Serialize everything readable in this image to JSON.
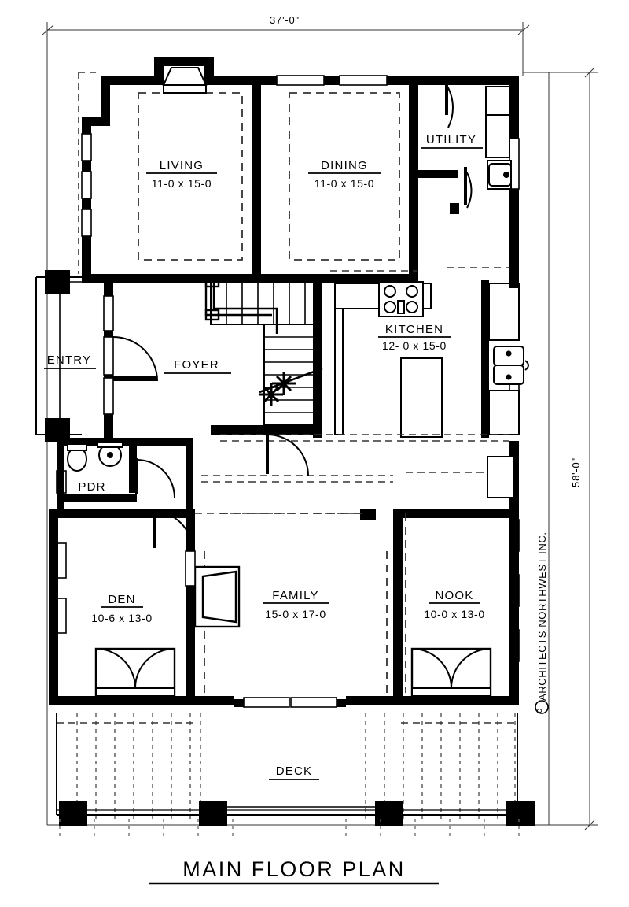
{
  "document": {
    "title": "MAIN FLOOR PLAN",
    "credit": "ARCHITECTS NORTHWEST INC.",
    "copyright_symbol": "c"
  },
  "dimensions": {
    "overall_width": "37'-0\"",
    "overall_depth": "58'-0\""
  },
  "rooms": [
    {
      "id": "living",
      "name": "LIVING",
      "size": "11-0 x 15-0"
    },
    {
      "id": "dining",
      "name": "DINING",
      "size": "11-0 x 15-0"
    },
    {
      "id": "utility",
      "name": "UTILITY",
      "size": ""
    },
    {
      "id": "entry",
      "name": "ENTRY",
      "size": ""
    },
    {
      "id": "foyer",
      "name": "FOYER",
      "size": ""
    },
    {
      "id": "kitchen",
      "name": "KITCHEN",
      "size": "12- 0 x 15-0"
    },
    {
      "id": "pdr",
      "name": "PDR",
      "size": ""
    },
    {
      "id": "den",
      "name": "DEN",
      "size": "10-6 x 13-0"
    },
    {
      "id": "family",
      "name": "FAMILY",
      "size": "15-0 x 17-0"
    },
    {
      "id": "nook",
      "name": "NOOK",
      "size": "10-0 x 13-0"
    },
    {
      "id": "deck",
      "name": "DECK",
      "size": ""
    }
  ],
  "colors": {
    "ink": "#000000",
    "paper": "#ffffff",
    "thin": "#1a1a1a"
  }
}
